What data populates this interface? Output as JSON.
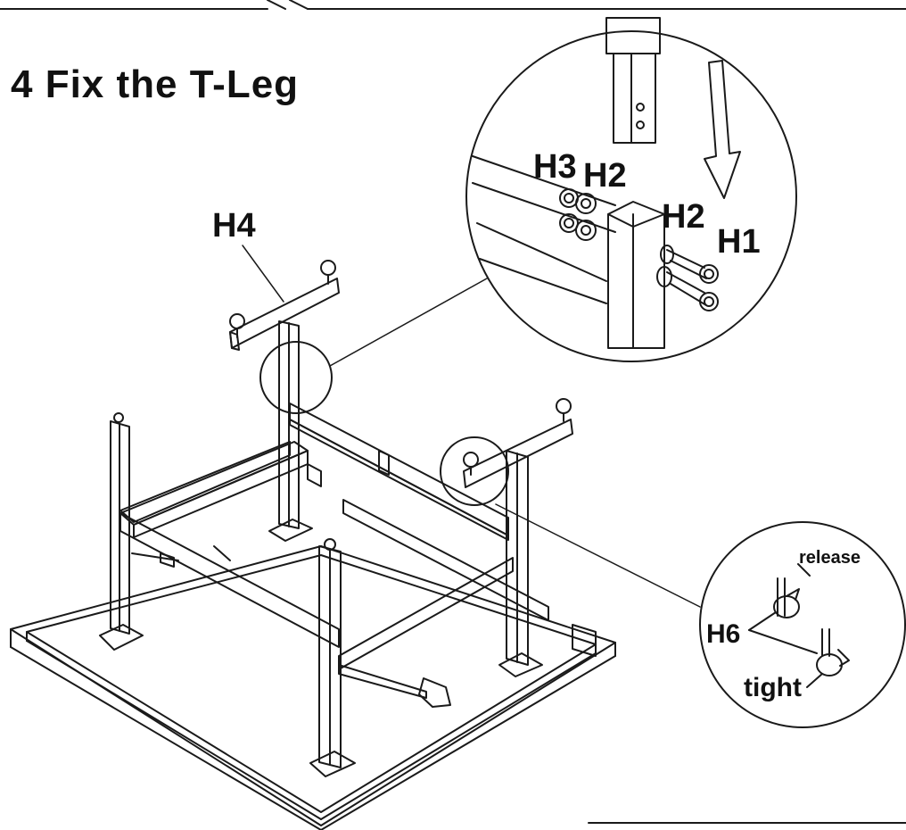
{
  "step": {
    "title": "4 Fix the T-Leg"
  },
  "labels": {
    "h1": "H1",
    "h2_top": "H2",
    "h2_right": "H2",
    "h3": "H3",
    "h4": "H4",
    "h6": "H6",
    "release": "release",
    "tight": "tight"
  },
  "colors": {
    "line": "#1a1a1a",
    "background": "#ffffff"
  }
}
